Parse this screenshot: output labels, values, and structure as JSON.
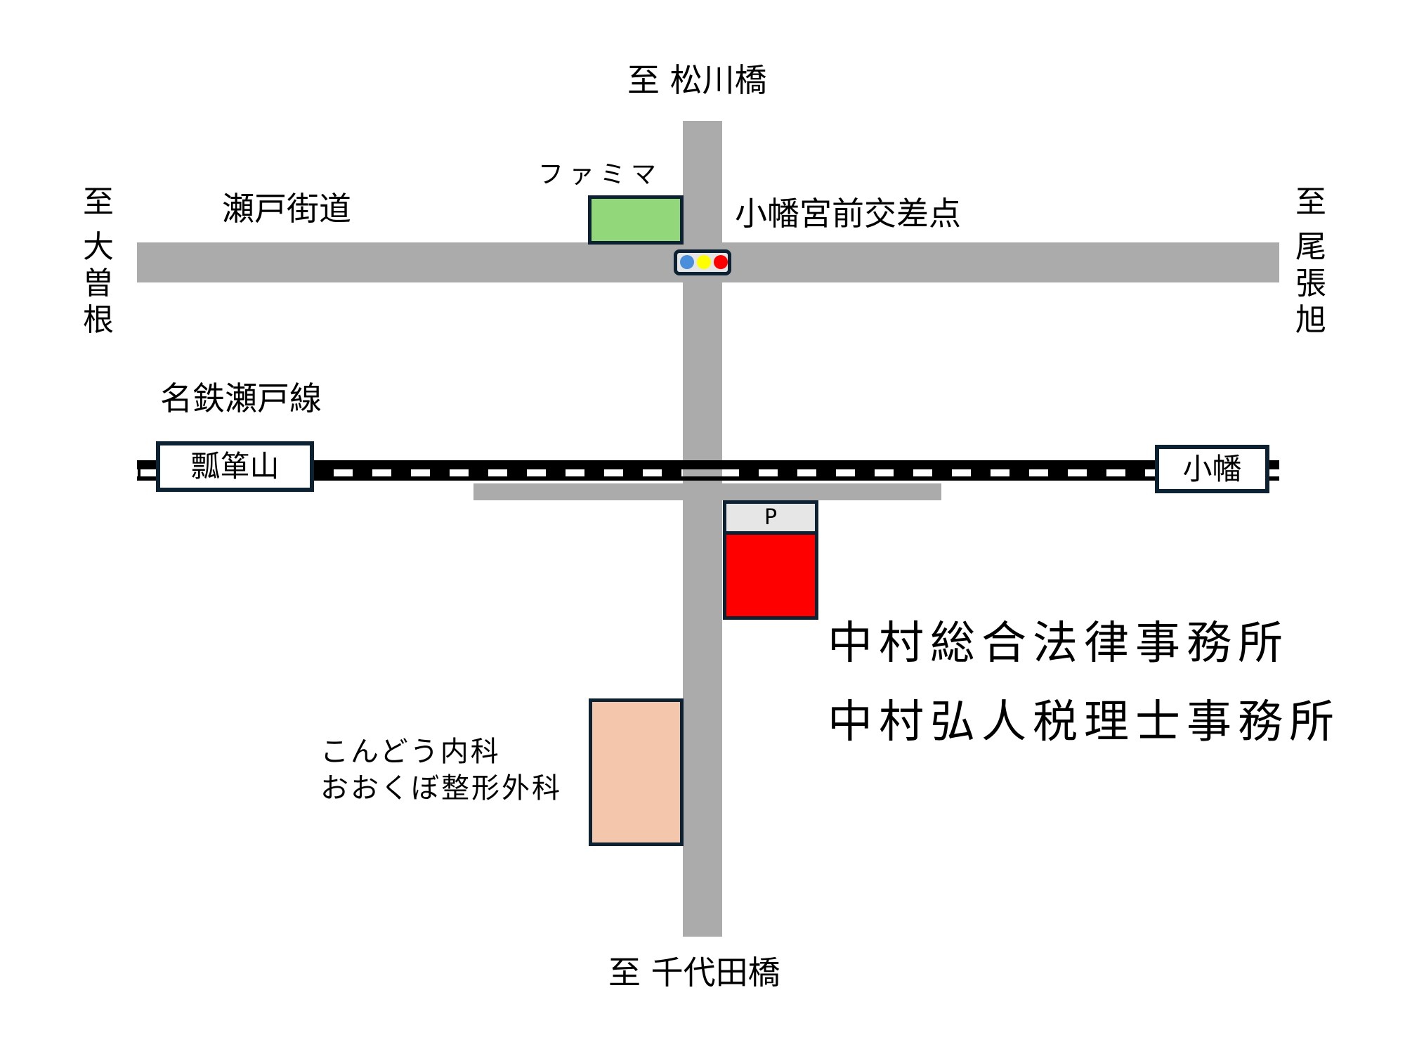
{
  "map": {
    "directions": {
      "north": "至 松川橋",
      "south": "至 千代田橋",
      "west": [
        "至",
        "",
        "大",
        "曽",
        "根"
      ],
      "east": [
        "至",
        "",
        "尾",
        "張",
        "旭"
      ]
    },
    "roads": {
      "main_road_name": "瀬戸街道",
      "intersection_name": "小幡宮前交差点"
    },
    "railway": {
      "line_name": "名鉄瀬戸線",
      "stations": {
        "west": "瓢箪山",
        "east": "小幡"
      }
    },
    "landmarks": {
      "convenience_store": "ファミマ",
      "clinic_lines": [
        "こんどう内科",
        "おおくぼ整形外科"
      ],
      "parking_label": "P"
    },
    "destination": {
      "lines": [
        "中村総合法律事務所",
        "中村弘人税理士事務所"
      ]
    },
    "colors": {
      "road": "#ababab",
      "rail": "#000000",
      "outline": "#0c2233",
      "convenience_store": "#92d77a",
      "destination_building": "#ff0000",
      "parking": "#e6e6e6",
      "clinic": "#f4c7ad",
      "signal_blue": "#4a8fdc",
      "signal_yellow": "#ffff00",
      "signal_red": "#ff0000"
    }
  }
}
